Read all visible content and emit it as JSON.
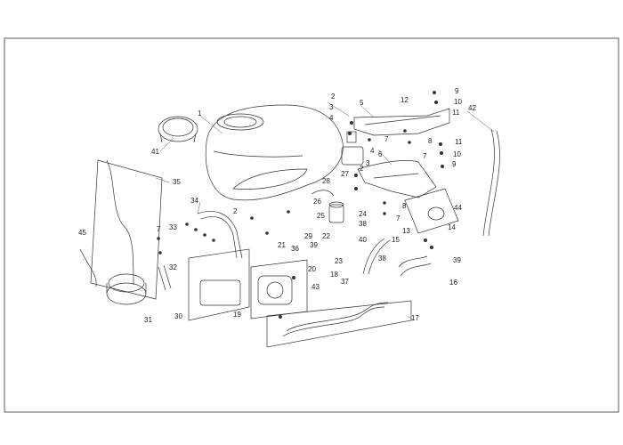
{
  "diagram": {
    "callouts": [
      {
        "id": "c1",
        "label": "1"
      },
      {
        "id": "c2a",
        "label": "2"
      },
      {
        "id": "c2b",
        "label": "2"
      },
      {
        "id": "c2c",
        "label": "2"
      },
      {
        "id": "c3a",
        "label": "3"
      },
      {
        "id": "c3b",
        "label": "3"
      },
      {
        "id": "c4a",
        "label": "4"
      },
      {
        "id": "c4b",
        "label": "4"
      },
      {
        "id": "c5",
        "label": "5"
      },
      {
        "id": "c6",
        "label": "6"
      },
      {
        "id": "c7a",
        "label": "7"
      },
      {
        "id": "c7b",
        "label": "7"
      },
      {
        "id": "c7c",
        "label": "7"
      },
      {
        "id": "c7d",
        "label": "7"
      },
      {
        "id": "c8a",
        "label": "8"
      },
      {
        "id": "c8b",
        "label": "8"
      },
      {
        "id": "c9a",
        "label": "9"
      },
      {
        "id": "c9b",
        "label": "9"
      },
      {
        "id": "c10a",
        "label": "10"
      },
      {
        "id": "c10b",
        "label": "10"
      },
      {
        "id": "c11a",
        "label": "11"
      },
      {
        "id": "c11b",
        "label": "11"
      },
      {
        "id": "c12",
        "label": "12"
      },
      {
        "id": "c13",
        "label": "13"
      },
      {
        "id": "c14",
        "label": "14"
      },
      {
        "id": "c15",
        "label": "15"
      },
      {
        "id": "c16",
        "label": "16"
      },
      {
        "id": "c17",
        "label": "17"
      },
      {
        "id": "c18",
        "label": "18"
      },
      {
        "id": "c19",
        "label": "19"
      },
      {
        "id": "c20",
        "label": "20"
      },
      {
        "id": "c21",
        "label": "21"
      },
      {
        "id": "c22",
        "label": "22"
      },
      {
        "id": "c23",
        "label": "23"
      },
      {
        "id": "c24",
        "label": "24"
      },
      {
        "id": "c25",
        "label": "25"
      },
      {
        "id": "c26",
        "label": "26"
      },
      {
        "id": "c27",
        "label": "27"
      },
      {
        "id": "c28",
        "label": "28"
      },
      {
        "id": "c29",
        "label": "29"
      },
      {
        "id": "c30",
        "label": "30"
      },
      {
        "id": "c31",
        "label": "31"
      },
      {
        "id": "c32",
        "label": "32"
      },
      {
        "id": "c33",
        "label": "33"
      },
      {
        "id": "c34",
        "label": "34"
      },
      {
        "id": "c35",
        "label": "35"
      },
      {
        "id": "c36",
        "label": "36"
      },
      {
        "id": "c37",
        "label": "37"
      },
      {
        "id": "c38a",
        "label": "38"
      },
      {
        "id": "c38b",
        "label": "38"
      },
      {
        "id": "c39a",
        "label": "39"
      },
      {
        "id": "c39b",
        "label": "39"
      },
      {
        "id": "c40",
        "label": "40"
      },
      {
        "id": "c41",
        "label": "41"
      },
      {
        "id": "c42",
        "label": "42"
      },
      {
        "id": "c43",
        "label": "43"
      },
      {
        "id": "c44",
        "label": "44"
      },
      {
        "id": "c45",
        "label": "45"
      }
    ]
  }
}
